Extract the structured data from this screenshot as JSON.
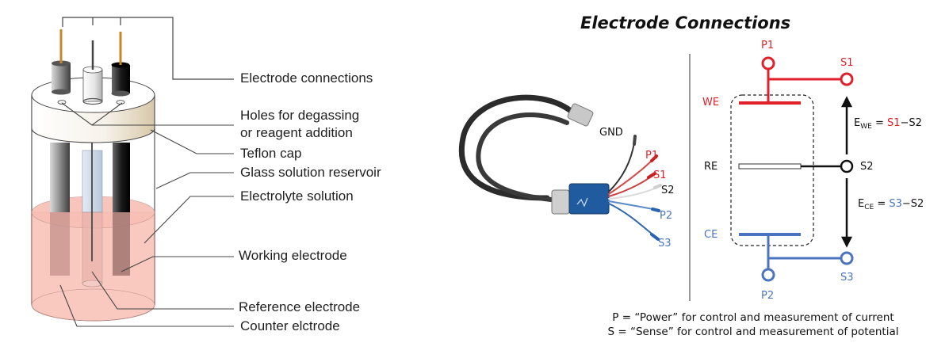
{
  "left_figure": {
    "labels": {
      "electrode_connections": "Electrode connections",
      "holes_line1": "Holes for degassing",
      "holes_line2": "or reagent addition",
      "teflon_cap": "Teflon cap",
      "glass_reservoir": "Glass solution reservoir",
      "electrolyte": "Electrolyte solution",
      "working_electrode": "Working electrode",
      "reference_electrode": "Reference electrode",
      "counter_electrode": "Counter elctrode"
    },
    "colors": {
      "solution": "#f9c9c0",
      "copper_wire": "#c8862a"
    }
  },
  "right_figure": {
    "title": "Electrode Connections",
    "cable_labels": {
      "gnd": "GND",
      "p1": "P1",
      "s1": "S1",
      "s2": "S2",
      "p2": "P2",
      "s3": "S3"
    },
    "schematic": {
      "p1": "P1",
      "s1": "S1",
      "we": "WE",
      "re": "RE",
      "s2": "S2",
      "ce": "CE",
      "p2": "P2",
      "s3": "S3",
      "ewe_main": "E",
      "ewe_sub": "WE",
      "ewe_eq": " = ",
      "ewe_s1": "S1",
      "ewe_rest": "−S2",
      "ece_main": "E",
      "ece_sub": "CE",
      "ece_eq": " = ",
      "ece_s3": "S3",
      "ece_rest": "−S2"
    },
    "legend": {
      "power": "P = “Power” for control and measurement of current",
      "sense": "S = “Sense” for control and measurement of potential"
    },
    "colors": {
      "red": "#e0202a",
      "blue": "#4a74c0",
      "black": "#111111"
    }
  }
}
